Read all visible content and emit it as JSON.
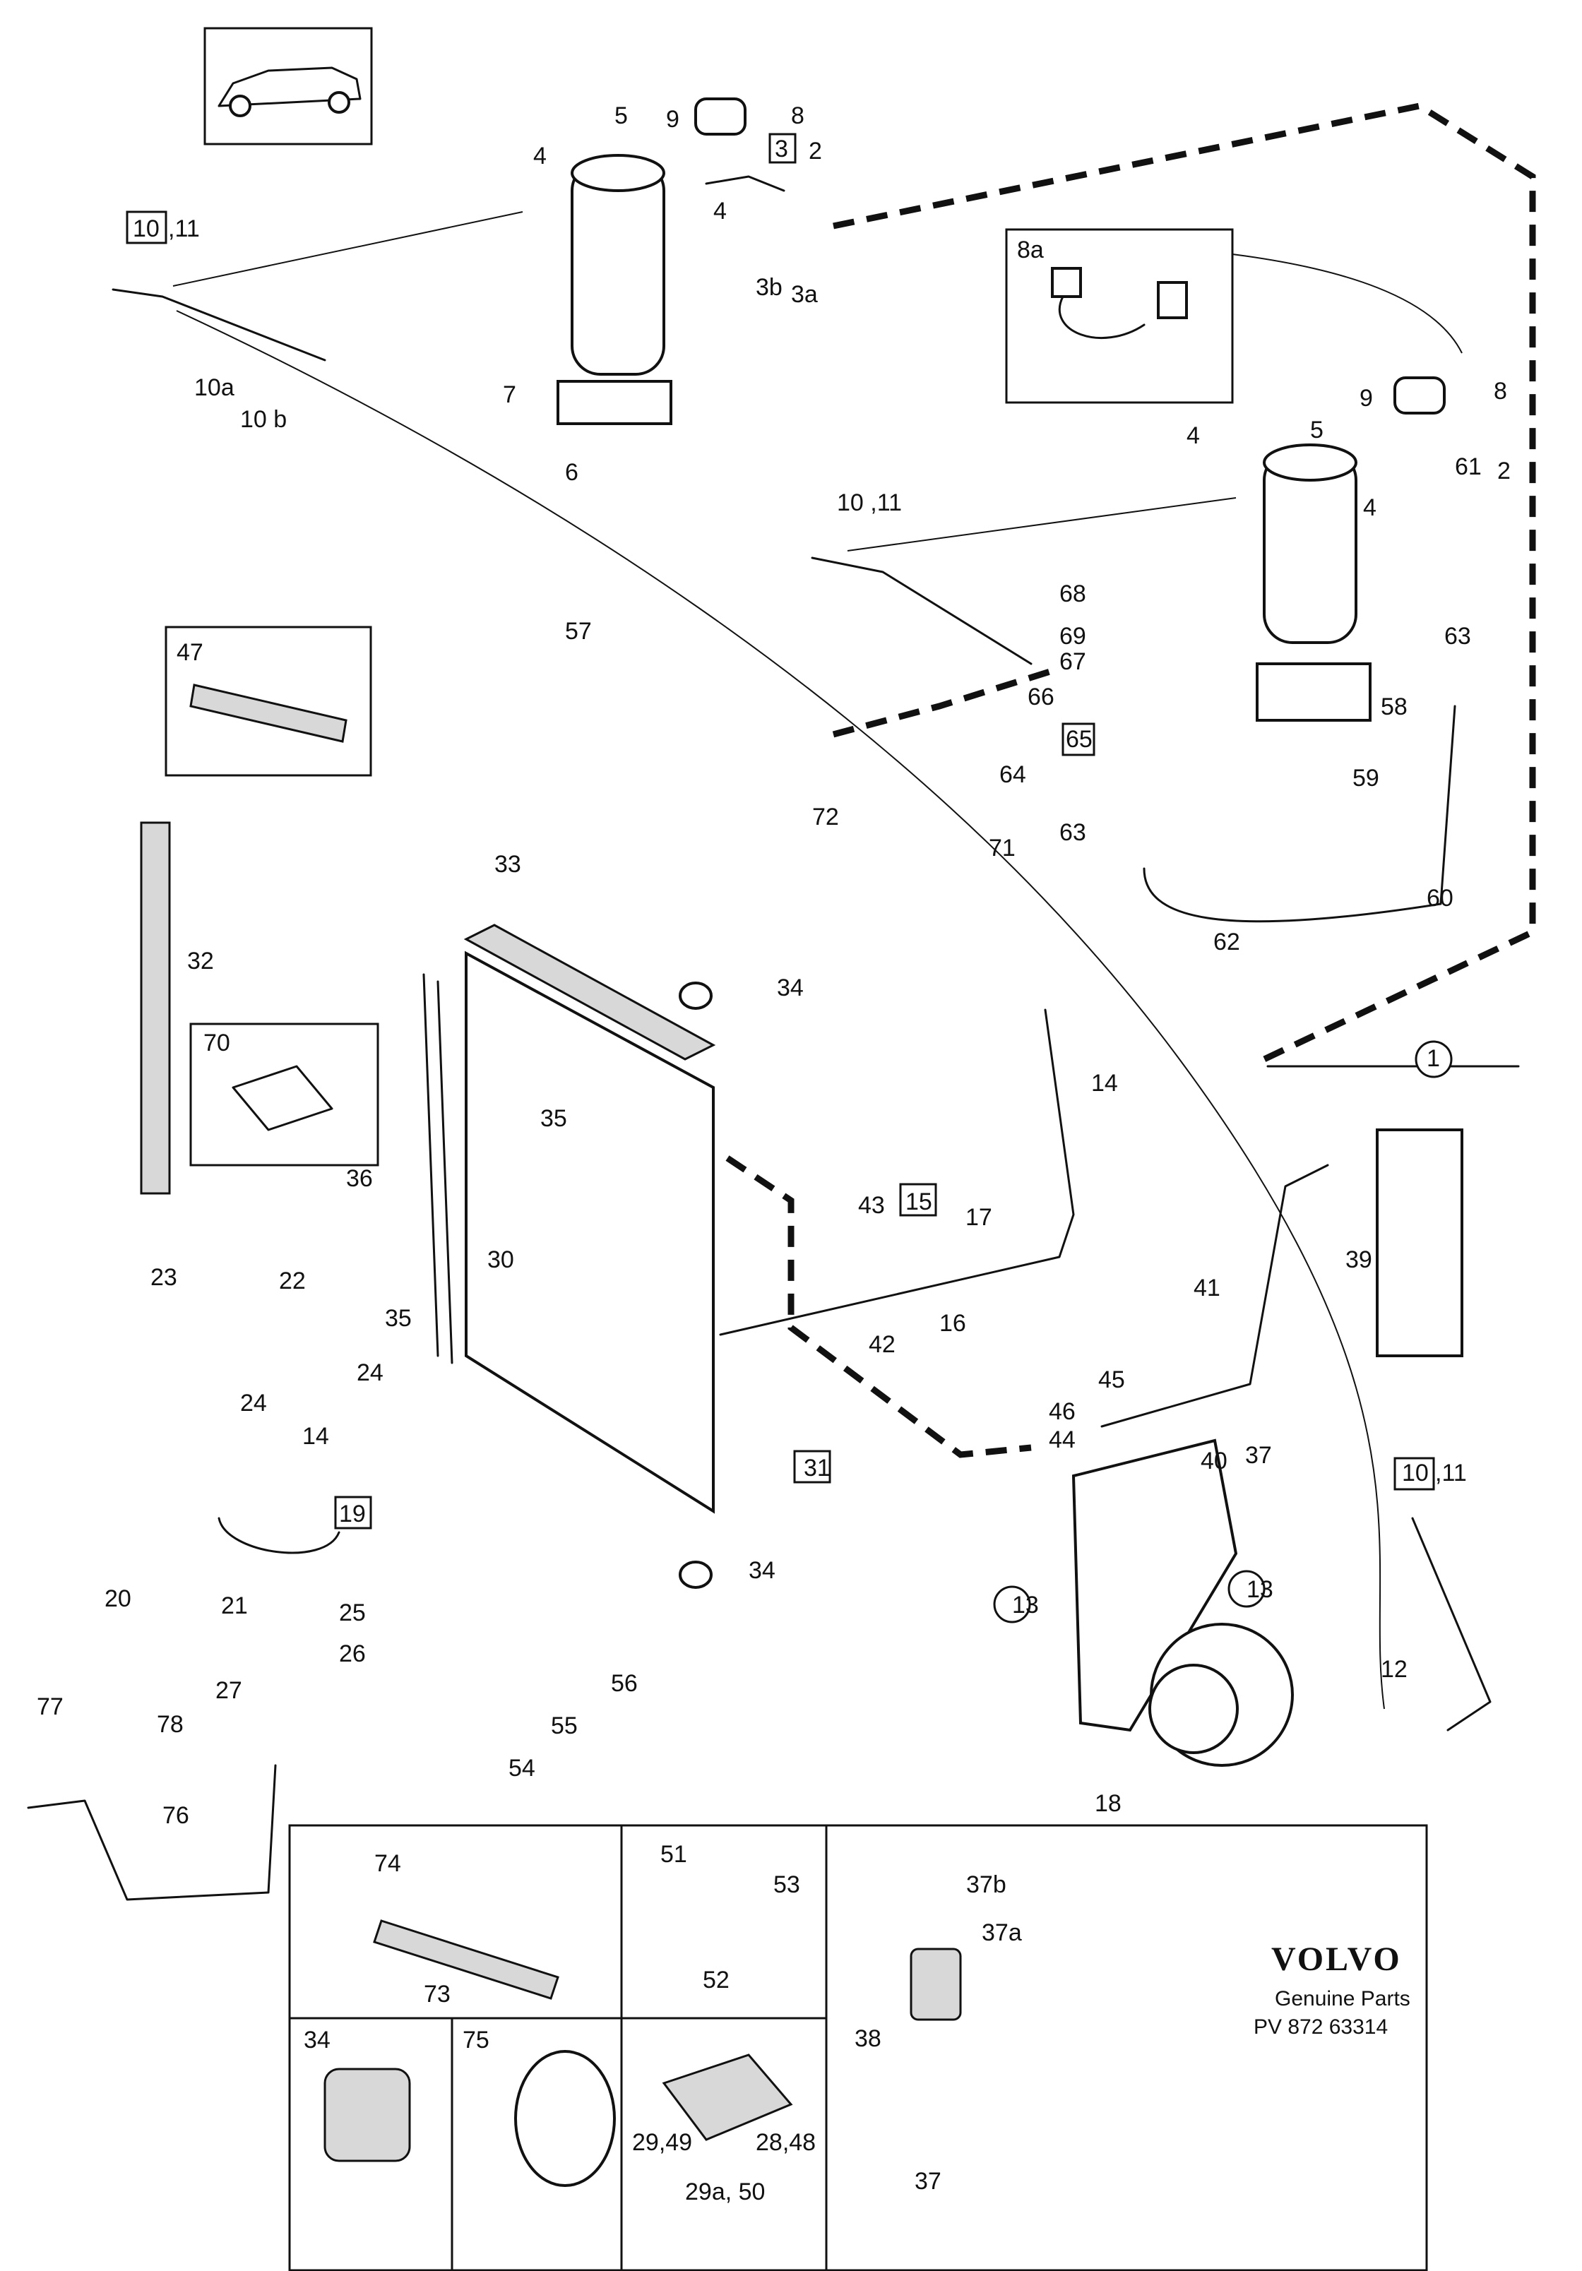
{
  "brand": {
    "name": "VOLVO",
    "subtitle": "Genuine Parts",
    "ref": "PV 872  63314"
  },
  "labels": {
    "p1": "1",
    "p2a": "2",
    "p2b": "2",
    "p3": "3",
    "p3a": "3a",
    "p3b": "3b",
    "p4a": "4",
    "p4b": "4",
    "p4c": "4",
    "p4d": "4",
    "p5a": "5",
    "p5b": "5",
    "p6": "6",
    "p7": "7",
    "p8a": "8",
    "p8b": "8",
    "p8box": "8a",
    "p9a": "9",
    "p9b": "9",
    "p10a": "10",
    "p11a": ",11",
    "p10b": "10 ,11",
    "p10c": "10",
    "p11c": ",11",
    "p10sa": "10a",
    "p10sb": "10 b",
    "p12": "12",
    "p13a": "13",
    "p13b": "13",
    "p14a": "14",
    "p14b": "14",
    "p15": "15",
    "p16": "16",
    "p17": "17",
    "p18": "18",
    "p19": "19",
    "p20": "20",
    "p21": "21",
    "p22": "22",
    "p23": "23",
    "p24a": "24",
    "p24b": "24",
    "p25": "25",
    "p26": "26",
    "p27": "27",
    "p28": "28,48",
    "p29": "29,49",
    "p29a": "29a, 50",
    "p30": "30",
    "p31": "31",
    "p32": "32",
    "p33": "33",
    "p34a": "34",
    "p34b": "34",
    "p34c": "34",
    "p35a": "35",
    "p35b": "35",
    "p36": "36",
    "p37a": "37",
    "p37b": "37",
    "p37ba": "37b",
    "p37aa": "37a",
    "p38": "38",
    "p39": "39",
    "p40": "40",
    "p41": "41",
    "p42": "42",
    "p43": "43",
    "p44": "44",
    "p45": "45",
    "p46": "46",
    "p47": "47",
    "p51": "51",
    "p52": "52",
    "p53": "53",
    "p54": "54",
    "p55": "55",
    "p56": "56",
    "p57": "57",
    "p58": "58",
    "p59": "59",
    "p60": "60",
    "p61": "61",
    "p62": "62",
    "p63a": "63",
    "p63b": "63",
    "p64": "64",
    "p65": "65",
    "p66": "66",
    "p67": "67",
    "p68": "68",
    "p69": "69",
    "p70": "70",
    "p71": "71",
    "p72": "72",
    "p73": "73",
    "p74": "74",
    "p75": "75",
    "p76": "76",
    "p77": "77",
    "p78": "78"
  }
}
